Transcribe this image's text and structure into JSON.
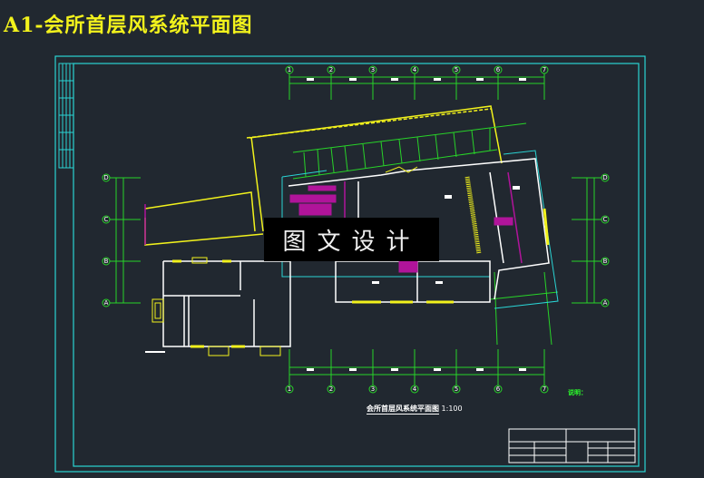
{
  "title": "A1-会所首层风系统平面图",
  "watermark": "图文设计",
  "drawing": {
    "caption": "会所首层风系统平面图",
    "scale": "1:100",
    "note_prefix": "说明：",
    "axes_top": [
      "1",
      "2",
      "3",
      "4",
      "5",
      "6",
      "7"
    ],
    "axes_bottom": [
      "1",
      "2",
      "3",
      "4",
      "5",
      "6",
      "7"
    ],
    "axes_left": [
      "D",
      "C",
      "B",
      "A"
    ],
    "axes_right": [
      "D",
      "C",
      "B",
      "A"
    ]
  },
  "colors": {
    "background": "#212830",
    "frame": "#2ad4d4",
    "axis": "#28d428",
    "wall": "#ffffff",
    "outline": "#f2f21c",
    "duct": "#b0149a"
  }
}
